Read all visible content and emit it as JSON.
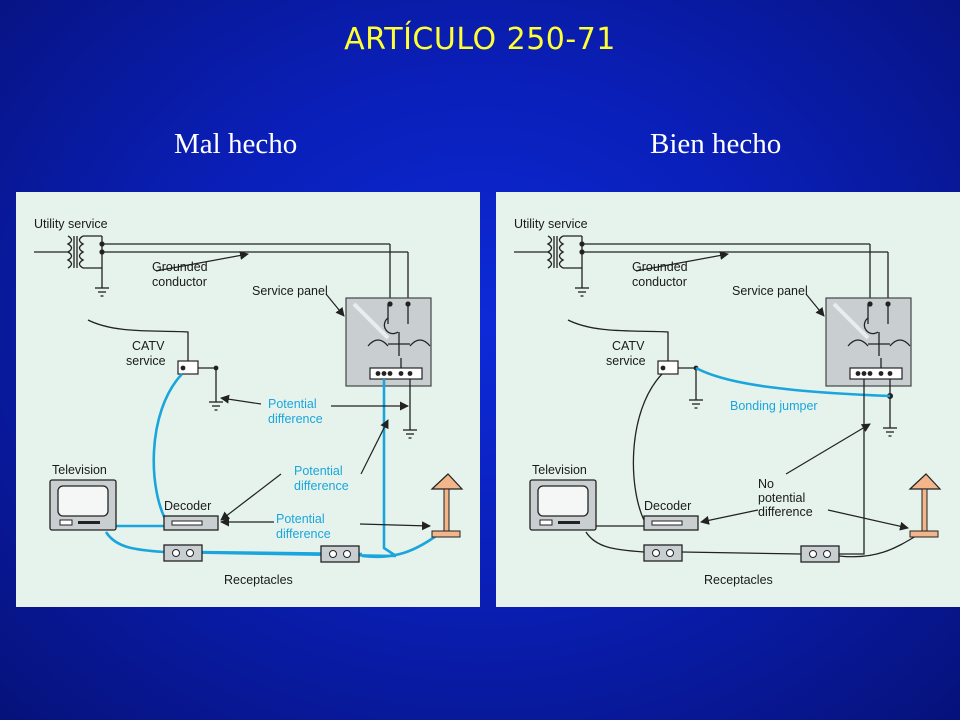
{
  "slide": {
    "title": "ARTÍCULO 250-71",
    "left_heading": "Mal hecho",
    "right_heading": "Bien hecho"
  },
  "labels": {
    "utility_service": "Utility service",
    "grounded_1": "Grounded",
    "grounded_2": "conductor",
    "service_panel": "Service panel",
    "catv_1": "CATV",
    "catv_2": "service",
    "television": "Television",
    "decoder": "Decoder",
    "receptacles": "Receptacles"
  },
  "left_labels": {
    "pd1_1": "Potential",
    "pd1_2": "difference",
    "pd2_1": "Potential",
    "pd2_2": "difference",
    "pd3_1": "Potential",
    "pd3_2": "difference"
  },
  "right_labels": {
    "bonding_jumper": "Bonding jumper",
    "np_1": "No",
    "np_2": "potential",
    "np_3": "difference"
  },
  "colors": {
    "background": "#0a1fb8",
    "title": "#ffff33",
    "diagram_bg": "#e6f3ec",
    "cable_blue": "#1aa6dc",
    "panel_gray": "#c9cfd0",
    "lamp_shade": "#f3b58a"
  }
}
